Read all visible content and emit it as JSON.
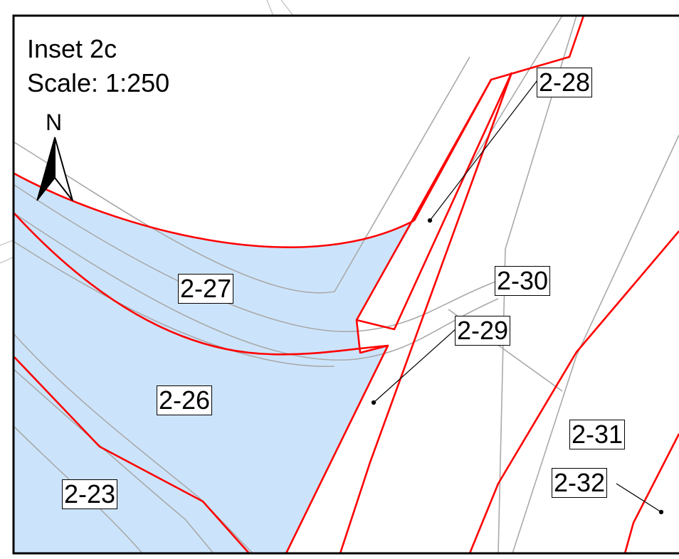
{
  "inset": {
    "title": "Inset 2c",
    "scale": "Scale: 1:250"
  },
  "north_arrow": {
    "letter": "N"
  },
  "parcels": [
    {
      "id": "2-27",
      "fill": "#cce4fb"
    },
    {
      "id": "2-26",
      "fill": "#cce4fb"
    },
    {
      "id": "2-23",
      "fill": "#cce4fb"
    },
    {
      "id": "2-28"
    },
    {
      "id": "2-29"
    },
    {
      "id": "2-30"
    },
    {
      "id": "2-31"
    },
    {
      "id": "2-32"
    }
  ],
  "colors": {
    "parcel_boundary": "#ff0000",
    "selected_fill": "#cce4fb",
    "contour": "#a9a9a9",
    "frame": "#000000"
  }
}
